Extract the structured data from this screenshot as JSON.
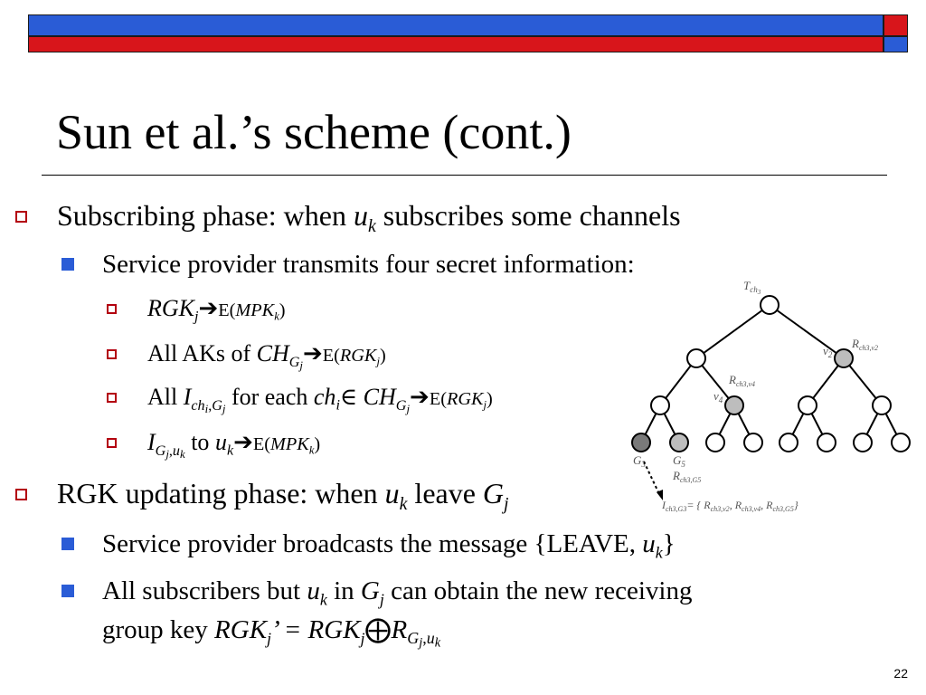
{
  "title": "Sun et al.’s scheme (cont.)",
  "bullets": {
    "subscribing": {
      "text": "Subscribing phase: when ",
      "u": "u",
      "k": "k",
      "rest": " subscribes some channels"
    },
    "sp_transmits": "Service provider transmits four secret information:",
    "item1": {
      "var": "RGK",
      "sub": "j",
      "arrow": "➔",
      "enc": "E(",
      "key": "MPK",
      "keysub": "k",
      "close": ")"
    },
    "item2": {
      "pre": "All AKs of ",
      "var": "CH",
      "sub": "G",
      "subsub": "j",
      "arrow": "➔",
      "enc": "E(",
      "key": "RGK",
      "keysub": "j",
      "close": ")"
    },
    "item3": {
      "pre": "All ",
      "var": "I",
      "sub1": "ch",
      "sub1sub": "i",
      "comma": ",",
      "sub2": "G",
      "sub2sub": "j",
      "mid": " for each ",
      "ch": "ch",
      "chsub": "i",
      "elem": "∈ ",
      "var2": "CH",
      "sub3": "G",
      "sub3sub": "j",
      "arrow": "➔",
      "enc": "E(",
      "key": "RGK",
      "keysub": "j",
      "close": ")"
    },
    "item4": {
      "var": "I",
      "sub1": "G",
      "sub1sub": "j",
      "comma": ",",
      "sub2": "u",
      "sub2sub": "k",
      "mid": " to ",
      "u": "u",
      "usub": "k",
      "arrow": "➔",
      "enc": "E(",
      "key": "MPK",
      "keysub": "k",
      "close": ")"
    },
    "rgk_update": {
      "text": "RGK updating phase: when ",
      "u": "u",
      "k": "k",
      "mid": " leave ",
      "g": "G",
      "gsub": "j"
    },
    "broadcast": {
      "text": "Service provider broadcasts the message {LEAVE, ",
      "u": "u",
      "k": "k",
      "close": "}"
    },
    "all_subs": {
      "pre": "All subscribers but ",
      "u": "u",
      "k": "k",
      "mid": " in ",
      "g": "G",
      "gsub": "j",
      "rest": " can obtain the new receiving"
    },
    "group_key": {
      "pre": "group key ",
      "lhs": "RGK",
      "lhssub": "j",
      "prime": "’ = ",
      "rhs": "RGK",
      "rhssub": "j",
      "xor": "⨁",
      "r": "R",
      "rsub": "G",
      "rsubsub": "j",
      "comma": ",",
      "rsub2": "u",
      "rsub2sub": "k"
    }
  },
  "tree": {
    "root_label": "T",
    "root_label_sub": "ch",
    "root_label_subsub": "3",
    "v2": "v",
    "v2sub": "2",
    "rv2": "R",
    "rv2sub": "ch3,v2",
    "v4": "v",
    "v4sub": "4",
    "rv4": "R",
    "rv4sub": "ch3,v4",
    "g3": "G",
    "g3sub": "3",
    "g5": "G",
    "g5sub": "5",
    "rg5": "R",
    "rg5sub": "ch3,G5",
    "formula": "I",
    "formula_sub": "ch3,G3",
    "formula_eq": "= {",
    "formula_items": [
      "R",
      "R",
      "R"
    ],
    "formula_item_subs": [
      "ch3,v2",
      "ch3,v4",
      "ch3,G5"
    ],
    "formula_close": "}"
  },
  "page_number": "22",
  "colors": {
    "blue": "#2a5cd6",
    "red": "#d8151b",
    "bullet_red": "#b3000f"
  }
}
